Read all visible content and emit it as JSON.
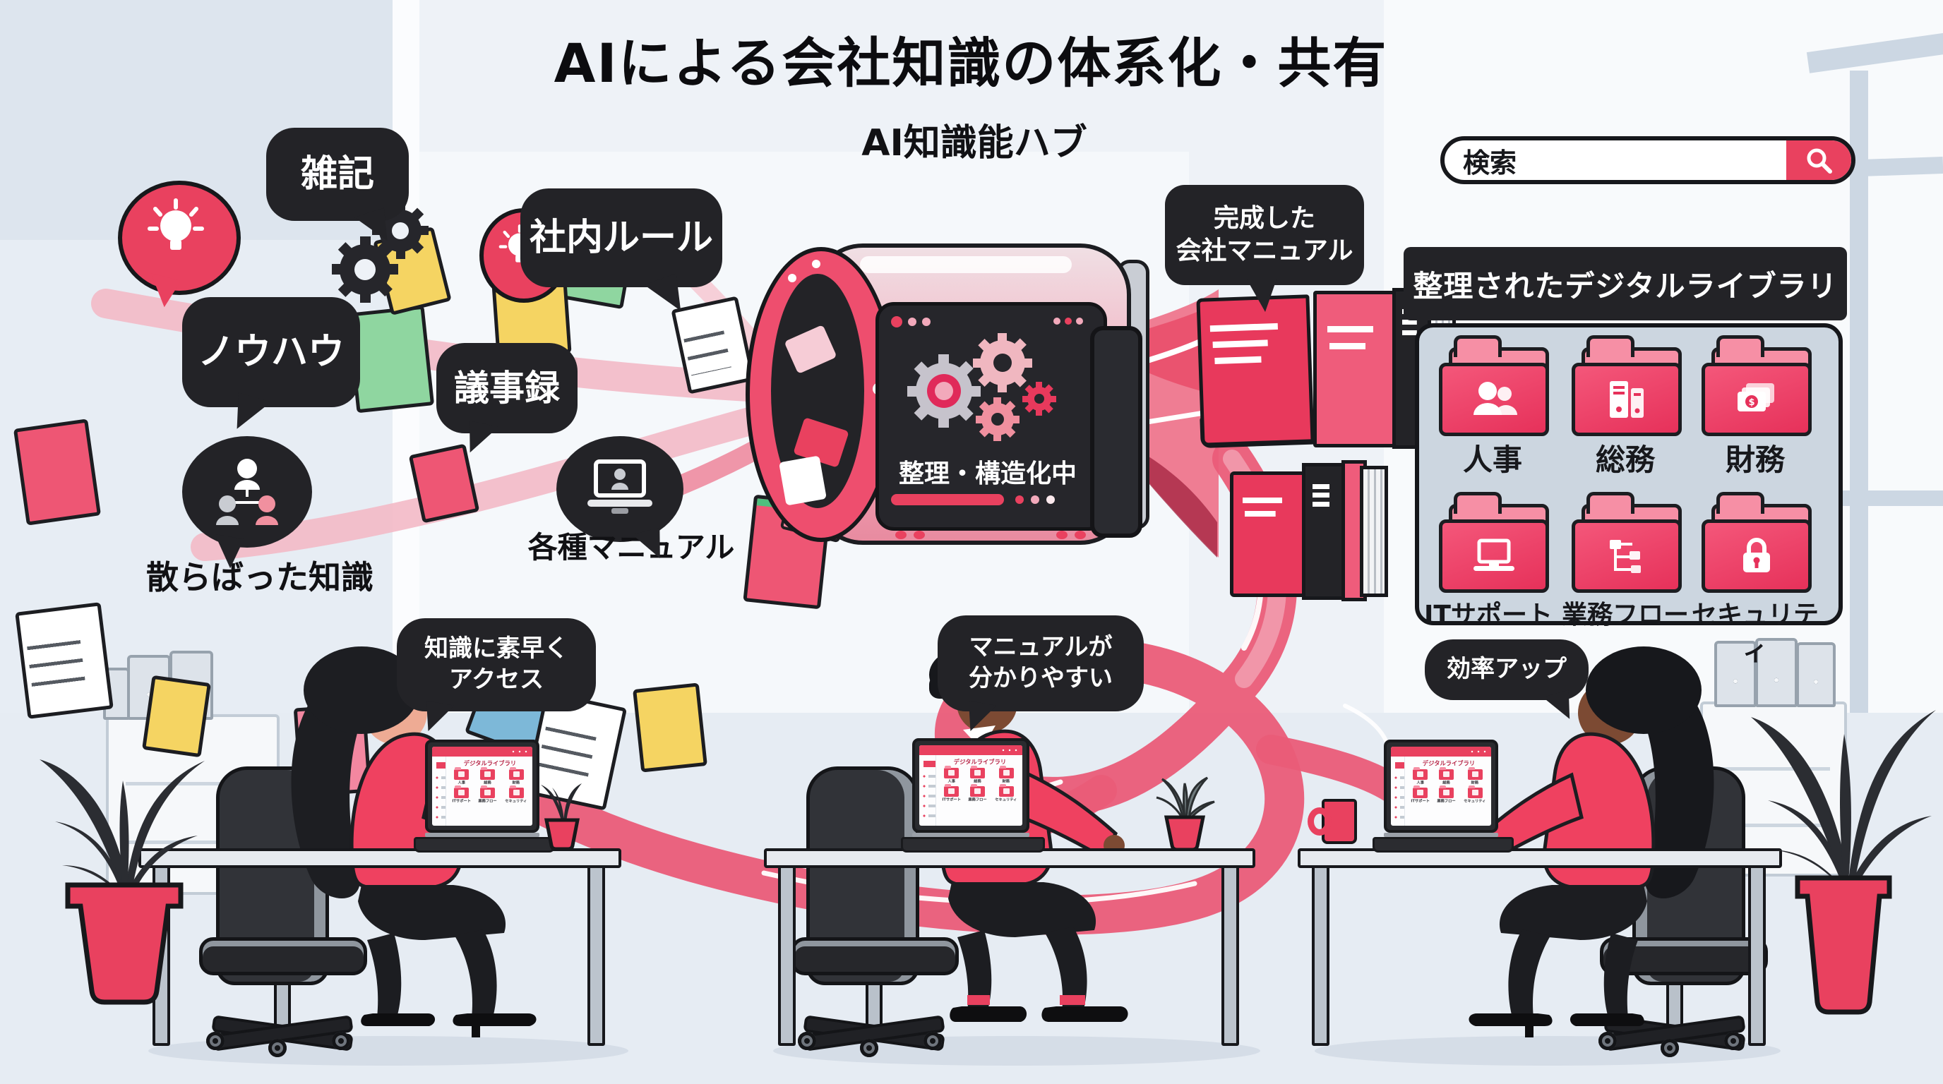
{
  "title": "AIによる会社知識の体系化・共有",
  "scattered": {
    "bubble_zakki": "雑記",
    "bubble_shanai_rule": "社内ルール",
    "bubble_knowhow": "ノウハウ",
    "bubble_gijiroku": "議事録",
    "caption_scattered": "散らばった知識",
    "caption_manuals": "各種マニュアル"
  },
  "hub": {
    "title": "AI知識能ハブ",
    "status": "整理・構造化中"
  },
  "manual_bubble": {
    "line1": "完成した",
    "line2": "会社マニュアル"
  },
  "library": {
    "search_placeholder": "検索",
    "header": "整理されたデジタルライブラリ",
    "folders": [
      {
        "label": "人事",
        "icon": "people-icon"
      },
      {
        "label": "総務",
        "icon": "binders-icon"
      },
      {
        "label": "財務",
        "icon": "money-icon"
      },
      {
        "label": "ITサポート",
        "icon": "laptop-icon"
      },
      {
        "label": "業務フロー",
        "icon": "flow-icon"
      },
      {
        "label": "セキュリティ",
        "icon": "lock-icon"
      }
    ]
  },
  "worker_bubbles": [
    {
      "line1": "知識に素早く",
      "line2": "アクセス"
    },
    {
      "line1": "マニュアルが",
      "line2": "分かりやすい"
    },
    {
      "line1": "効率アップ",
      "line2": ""
    }
  ],
  "laptop_screen": {
    "title": "デジタルライブラリ",
    "folders": [
      "人事",
      "総務",
      "財務",
      "ITサポート",
      "業務フロー",
      "セキュリティ"
    ]
  },
  "colors": {
    "accent": "#e9415f",
    "accent_dark": "#cf2950",
    "pink": "#f2a9bb",
    "ink": "#232327"
  }
}
